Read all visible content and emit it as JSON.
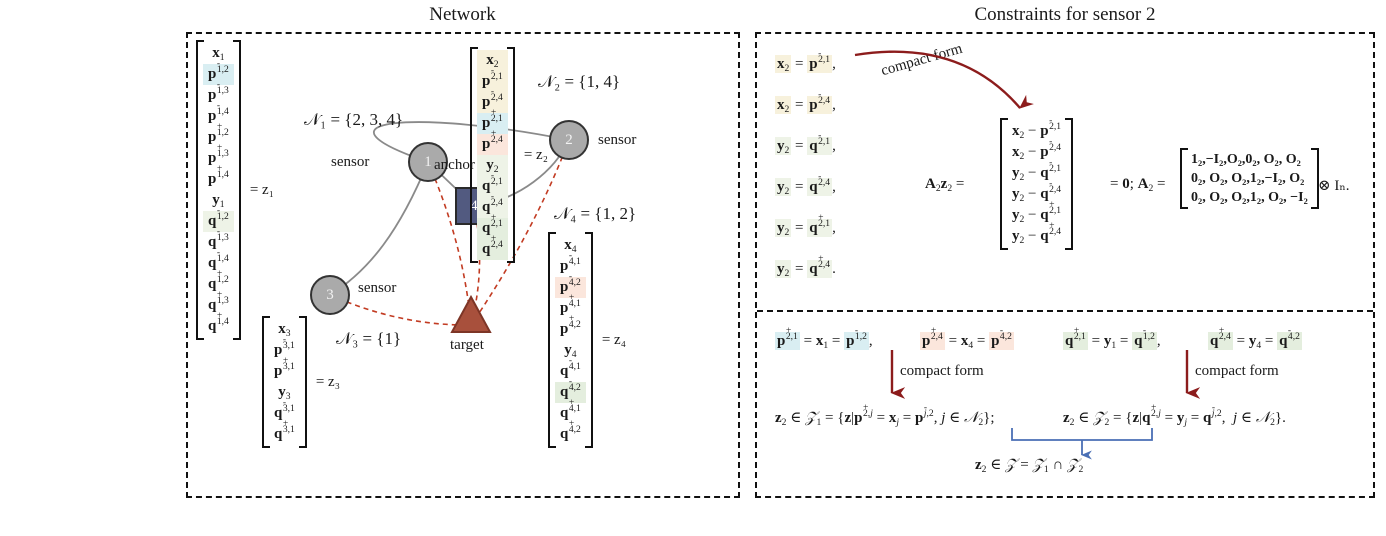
{
  "panels": {
    "network_title": "Network",
    "constraints_title": "Constraints for sensor 2"
  },
  "graph": {
    "nodes": [
      {
        "id": "1",
        "type": "sensor",
        "label": "1",
        "role_label": "sensor"
      },
      {
        "id": "2",
        "type": "sensor",
        "label": "2",
        "role_label": "sensor"
      },
      {
        "id": "3",
        "type": "sensor",
        "label": "3",
        "role_label": "sensor"
      },
      {
        "id": "4",
        "type": "anchor",
        "label": "4",
        "role_label": "anchor"
      },
      {
        "id": "t",
        "type": "target",
        "label": "",
        "role_label": "target"
      }
    ],
    "neighbor_sets": [
      {
        "name": "N1",
        "text": "𝒩₁ = {2, 3, 4}"
      },
      {
        "name": "N2",
        "text": "𝒩₂ = {1, 4}"
      },
      {
        "name": "N3",
        "text": "𝒩₃ = {1}"
      },
      {
        "name": "N4",
        "text": "𝒩₄ = {1, 2}"
      }
    ]
  },
  "vectors": {
    "z1": {
      "label": "= z₁",
      "entries": [
        {
          "t": "x",
          "i": "1",
          "sup": "",
          "hl": ""
        },
        {
          "t": "p",
          "i": "1,2",
          "sup": "-",
          "hl": "hl-blue"
        },
        {
          "t": "p",
          "i": "1,3",
          "sup": "-",
          "hl": ""
        },
        {
          "t": "p",
          "i": "1,4",
          "sup": "-",
          "hl": ""
        },
        {
          "t": "p",
          "i": "1,2",
          "sup": "+",
          "hl": ""
        },
        {
          "t": "p",
          "i": "1,3",
          "sup": "+",
          "hl": ""
        },
        {
          "t": "p",
          "i": "1,4",
          "sup": "+",
          "hl": ""
        },
        {
          "t": "y",
          "i": "1",
          "sup": "",
          "hl": ""
        },
        {
          "t": "q",
          "i": "1,2",
          "sup": "-",
          "hl": "hl-lgreen"
        },
        {
          "t": "q",
          "i": "1,3",
          "sup": "-",
          "hl": ""
        },
        {
          "t": "q",
          "i": "1,4",
          "sup": "-",
          "hl": ""
        },
        {
          "t": "q",
          "i": "1,2",
          "sup": "+",
          "hl": ""
        },
        {
          "t": "q",
          "i": "1,3",
          "sup": "+",
          "hl": ""
        },
        {
          "t": "q",
          "i": "1,4",
          "sup": "+",
          "hl": ""
        }
      ]
    },
    "z2": {
      "label": "= z₂",
      "entries": [
        {
          "t": "x",
          "i": "2",
          "sup": "",
          "hl": "hl-cream"
        },
        {
          "t": "p",
          "i": "2,1",
          "sup": "-",
          "hl": "hl-cream"
        },
        {
          "t": "p",
          "i": "2,4",
          "sup": "-",
          "hl": "hl-cream"
        },
        {
          "t": "p",
          "i": "2,1",
          "sup": "+",
          "hl": "hl-blue"
        },
        {
          "t": "p",
          "i": "2,4",
          "sup": "+",
          "hl": "hl-peach"
        },
        {
          "t": "y",
          "i": "2",
          "sup": "",
          "hl": "hl-lgreen"
        },
        {
          "t": "q",
          "i": "2,1",
          "sup": "-",
          "hl": "hl-lgreen"
        },
        {
          "t": "q",
          "i": "2,4",
          "sup": "-",
          "hl": "hl-lgreen"
        },
        {
          "t": "q",
          "i": "2,1",
          "sup": "+",
          "hl": "hl-green"
        },
        {
          "t": "q",
          "i": "2,4",
          "sup": "+",
          "hl": "hl-green"
        }
      ]
    },
    "z3": {
      "label": "= z₃",
      "entries": [
        {
          "t": "x",
          "i": "3",
          "sup": "",
          "hl": ""
        },
        {
          "t": "p",
          "i": "3,1",
          "sup": "-",
          "hl": ""
        },
        {
          "t": "p",
          "i": "3,1",
          "sup": "+",
          "hl": ""
        },
        {
          "t": "y",
          "i": "3",
          "sup": "",
          "hl": ""
        },
        {
          "t": "q",
          "i": "3,1",
          "sup": "-",
          "hl": ""
        },
        {
          "t": "q",
          "i": "3,1",
          "sup": "+",
          "hl": ""
        }
      ]
    },
    "z4": {
      "label": "= z₄",
      "entries": [
        {
          "t": "x",
          "i": "4",
          "sup": "",
          "hl": ""
        },
        {
          "t": "p",
          "i": "4,1",
          "sup": "-",
          "hl": ""
        },
        {
          "t": "p",
          "i": "4,2",
          "sup": "-",
          "hl": "hl-peach"
        },
        {
          "t": "p",
          "i": "4,1",
          "sup": "+",
          "hl": ""
        },
        {
          "t": "p",
          "i": "4,2",
          "sup": "+",
          "hl": ""
        },
        {
          "t": "y",
          "i": "4",
          "sup": "",
          "hl": ""
        },
        {
          "t": "q",
          "i": "4,1",
          "sup": "-",
          "hl": ""
        },
        {
          "t": "q",
          "i": "4,2",
          "sup": "-",
          "hl": "hl-green"
        },
        {
          "t": "q",
          "i": "4,1",
          "sup": "+",
          "hl": ""
        },
        {
          "t": "q",
          "i": "4,2",
          "sup": "+",
          "hl": ""
        }
      ]
    }
  },
  "constraints": {
    "equations": [
      {
        "lhs_t": "x",
        "lhs_i": "2",
        "lhs_sup": "",
        "lhs_hl": "hl-cream",
        "rhs_t": "p",
        "rhs_i": "2,1",
        "rhs_sup": "-",
        "rhs_hl": "hl-cream",
        "punct": ","
      },
      {
        "lhs_t": "x",
        "lhs_i": "2",
        "lhs_sup": "",
        "lhs_hl": "hl-cream",
        "rhs_t": "p",
        "rhs_i": "2,4",
        "rhs_sup": "-",
        "rhs_hl": "hl-cream",
        "punct": ","
      },
      {
        "lhs_t": "y",
        "lhs_i": "2",
        "lhs_sup": "",
        "lhs_hl": "hl-lgreen",
        "rhs_t": "q",
        "rhs_i": "2,1",
        "rhs_sup": "-",
        "rhs_hl": "hl-lgreen",
        "punct": ","
      },
      {
        "lhs_t": "y",
        "lhs_i": "2",
        "lhs_sup": "",
        "lhs_hl": "hl-lgreen",
        "rhs_t": "q",
        "rhs_i": "2,4",
        "rhs_sup": "-",
        "rhs_hl": "hl-lgreen",
        "punct": ","
      },
      {
        "lhs_t": "y",
        "lhs_i": "2",
        "lhs_sup": "",
        "lhs_hl": "hl-lgreen",
        "rhs_t": "q",
        "rhs_i": "2,1",
        "rhs_sup": "+",
        "rhs_hl": "hl-lgreen",
        "punct": ","
      },
      {
        "lhs_t": "y",
        "lhs_i": "2",
        "lhs_sup": "",
        "lhs_hl": "hl-lgreen",
        "rhs_t": "q",
        "rhs_i": "2,4",
        "rhs_sup": "+",
        "rhs_hl": "hl-lgreen",
        "punct": "."
      }
    ],
    "compact_form_label": "compact form",
    "A2z2_label": "A₂z₂ =",
    "zero_label": "= 0; A₂ =",
    "residual_rows": [
      {
        "a_t": "x",
        "a_i": "2",
        "b_t": "p",
        "b_i": "2,1",
        "b_sup": "-"
      },
      {
        "a_t": "x",
        "a_i": "2",
        "b_t": "p",
        "b_i": "2,4",
        "b_sup": "-"
      },
      {
        "a_t": "y",
        "a_i": "2",
        "b_t": "q",
        "b_i": "2,1",
        "b_sup": "-"
      },
      {
        "a_t": "y",
        "a_i": "2",
        "b_t": "q",
        "b_i": "2,4",
        "b_sup": "-"
      },
      {
        "a_t": "y",
        "a_i": "2",
        "b_t": "q",
        "b_i": "2,1",
        "b_sup": "+"
      },
      {
        "a_t": "y",
        "a_i": "2",
        "b_t": "q",
        "b_i": "2,4",
        "b_sup": "+"
      }
    ],
    "A2_matrix_rows": [
      "1₂,−I₂,O₂,0₂, O₂, O₂",
      "0₂, O₂, O₂,1₂,−I₂, O₂",
      "0₂, O₂, O₂,1₂, O₂, −I₂"
    ],
    "kron_label": "⊗ Iₙ."
  },
  "bottom": {
    "chain_p_left": {
      "a_t": "p",
      "a_i": "2,1",
      "a_sup": "+",
      "a_hl": "hl-blue",
      "m_t": "x",
      "m_i": "1",
      "b_t": "p",
      "b_i": "1,2",
      "b_sup": "-",
      "b_hl": "hl-blue",
      "punct": ","
    },
    "chain_p_right": {
      "a_t": "p",
      "a_i": "2,4",
      "a_sup": "+",
      "a_hl": "hl-peach",
      "m_t": "x",
      "m_i": "4",
      "b_t": "p",
      "b_i": "4,2",
      "b_sup": "-",
      "b_hl": "hl-peach",
      "punct": ""
    },
    "chain_q_left": {
      "a_t": "q",
      "a_i": "2,1",
      "a_sup": "+",
      "a_hl": "hl-green",
      "m_t": "y",
      "m_i": "1",
      "b_t": "q",
      "b_i": "1,2",
      "b_sup": "-",
      "b_hl": "hl-green",
      "punct": ","
    },
    "chain_q_right": {
      "a_t": "q",
      "a_i": "2,4",
      "a_sup": "+",
      "a_hl": "hl-green",
      "m_t": "y",
      "m_i": "4",
      "b_t": "q",
      "b_i": "4,2",
      "b_sup": "-",
      "b_hl": "hl-green",
      "punct": ""
    },
    "compact_form_left": "compact form",
    "compact_form_right": "compact form",
    "set_Z1_prefix": "z₂ ∈ 𝒵₁ = {z|",
    "set_Z1_body": "p⁺₂,ⱼ = xⱼ = p⁻ⱼ,₂, j ∈ 𝒩₂};",
    "set_Z2_prefix": "z₂ ∈ 𝒵₂ = {z|",
    "set_Z2_body": "q⁺₂,ⱼ = yⱼ = q⁻ⱼ,₂,  j ∈ 𝒩₂}.",
    "intersection": "z₂ ∈ 𝒵 = 𝒵₁ ∩ 𝒵₂"
  },
  "colors": {
    "edge": "#8a8a8a",
    "target_edge": "#c23b22",
    "arrow_dark_red": "#8c1c1c",
    "arrow_blue": "#4a6fb5",
    "anchor_fill": "#525a80",
    "sensor_fill": "#aaaaaa",
    "target_fill": "#a8503c"
  }
}
